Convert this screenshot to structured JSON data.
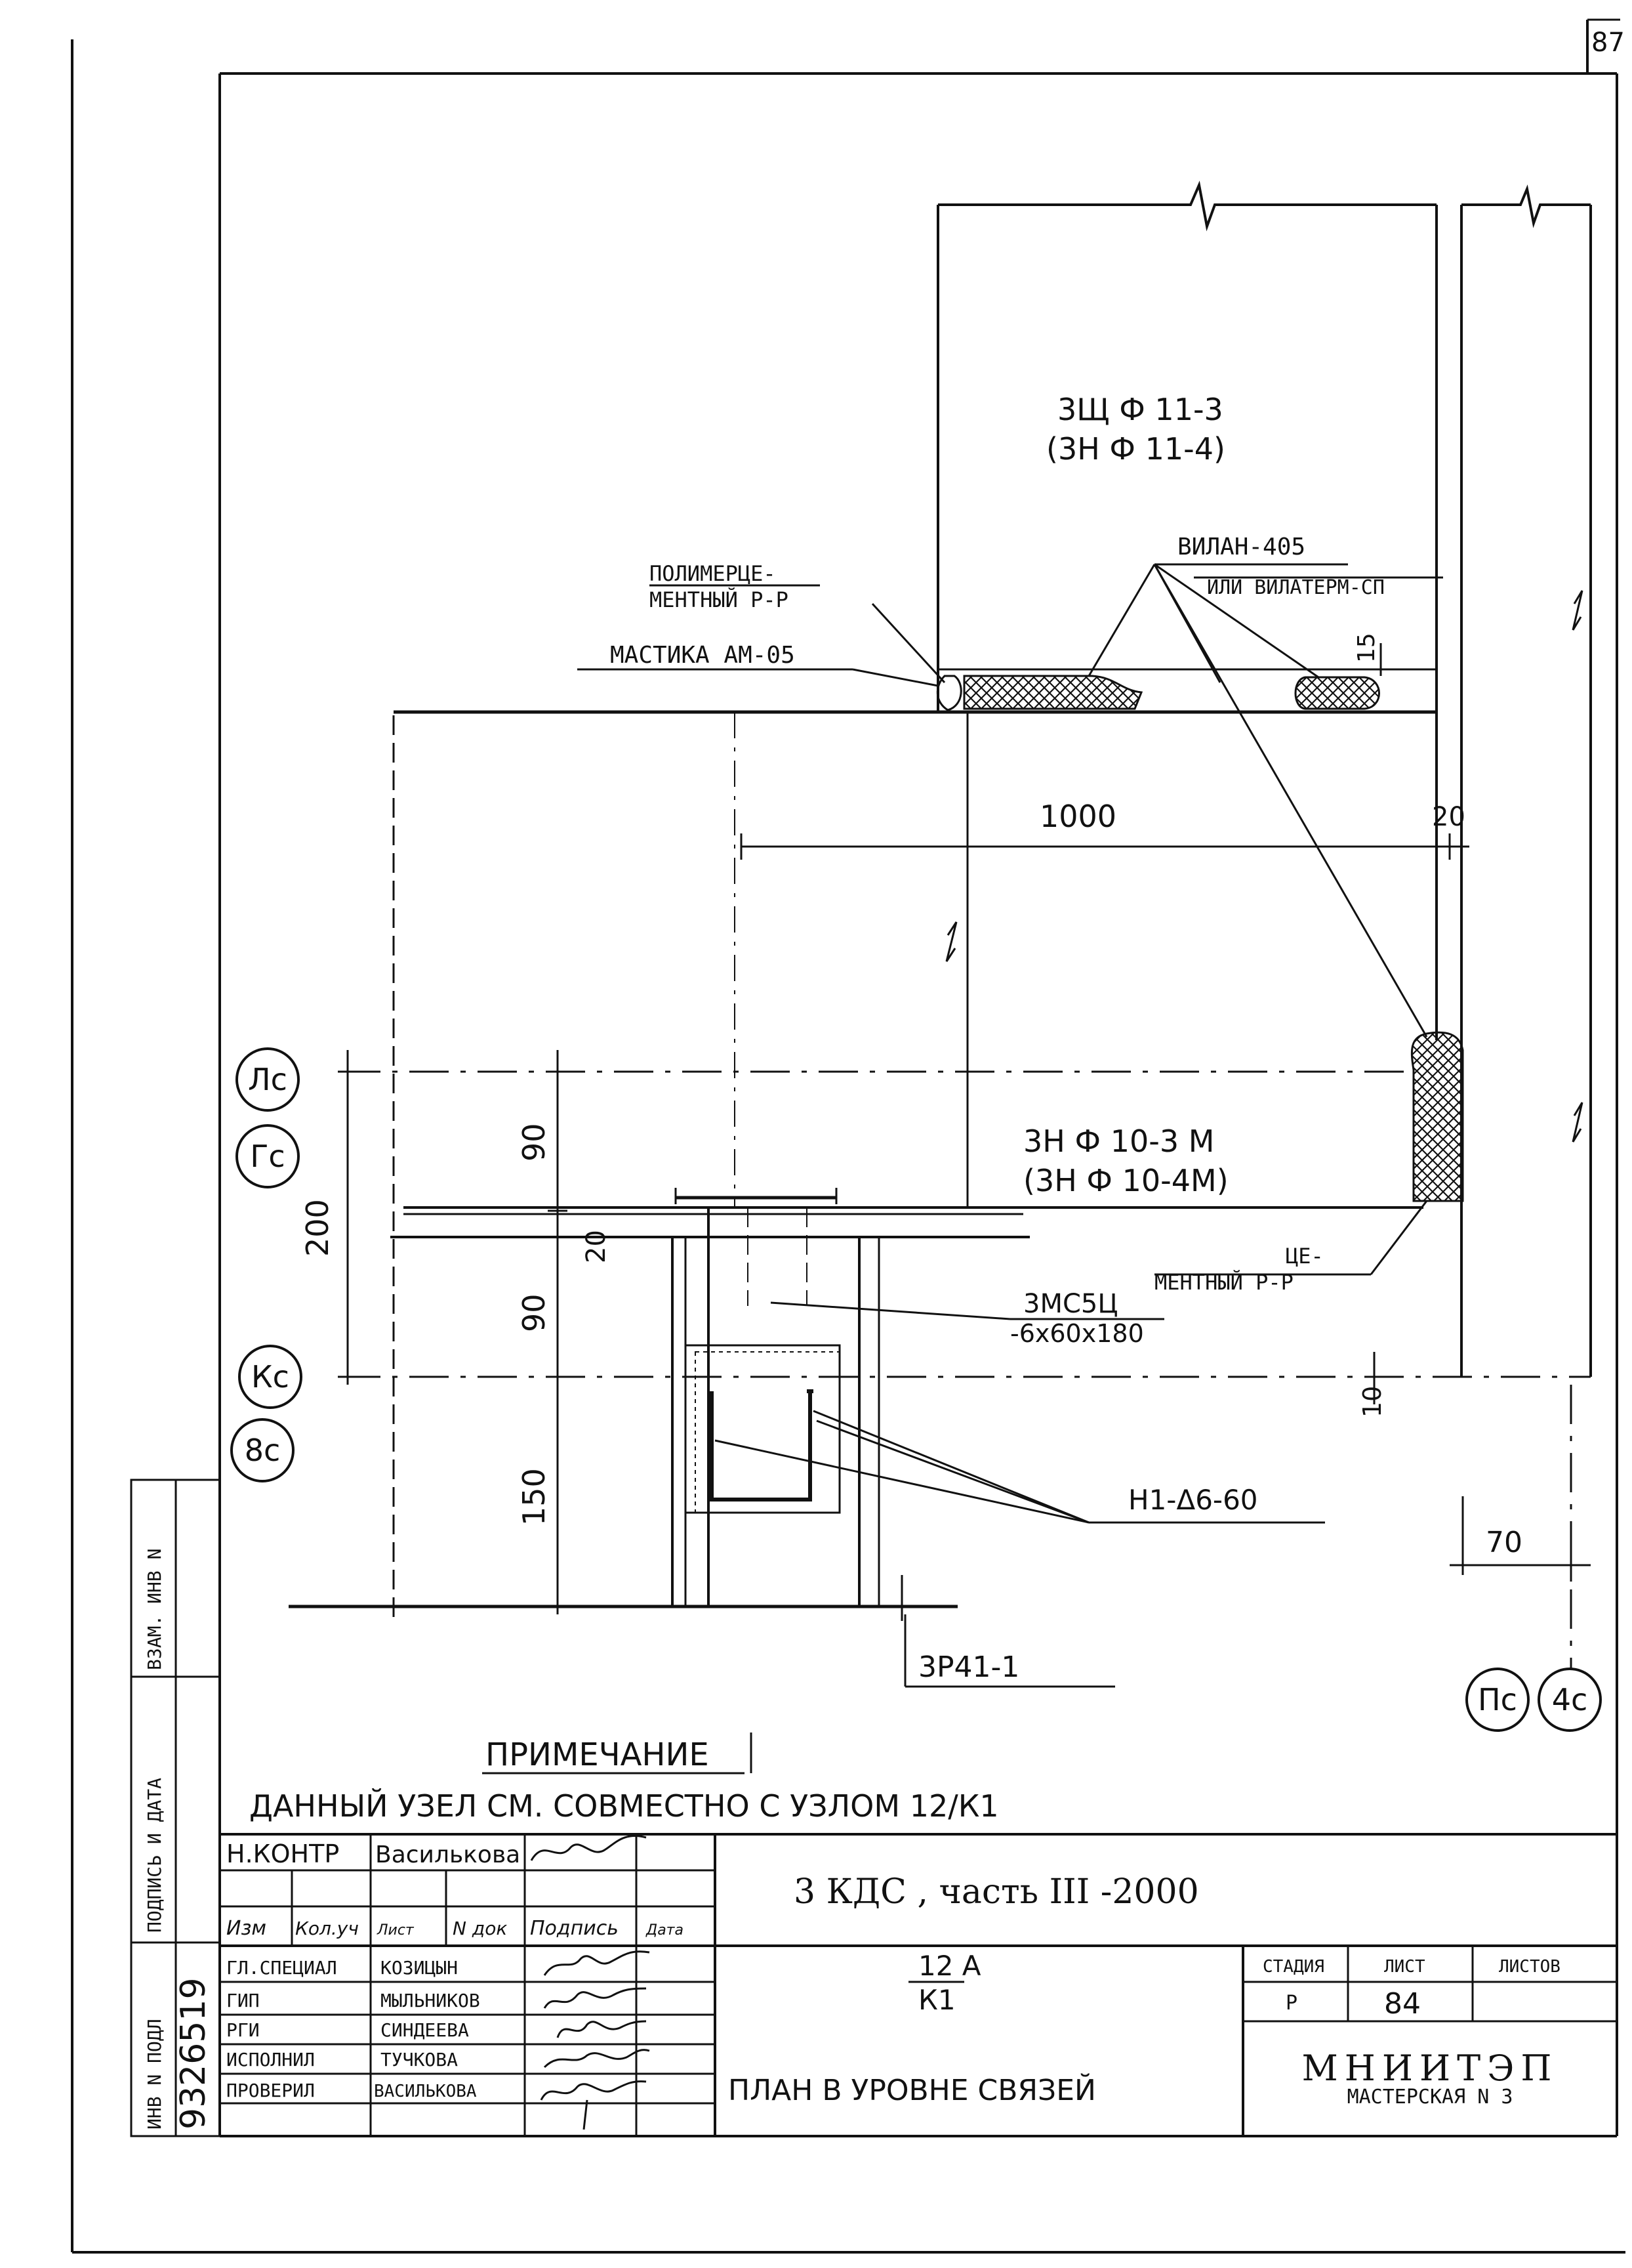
{
  "sheet_corner_number": "87",
  "panels": {
    "upper": [
      "3Щ Ф 11-3",
      "(3Н Ф 11-4)"
    ],
    "lower": [
      "3Н Ф   10-3 М",
      "(3Н Ф  10-4М)"
    ]
  },
  "callouts": {
    "polymer_mortar": [
      "ПОЛИМЕРЦЕ-",
      "МЕНТНЫЙ Р-Р"
    ],
    "vilan": "ВИЛАН-405",
    "vilaterm": "ИЛИ ВИЛАТЕРМ-СП",
    "mastic": "МАСТИКА АМ-05",
    "cement_mortar": [
      "ЦЕ-",
      "МЕНТНЫЙ Р-Р"
    ],
    "embedded_part": [
      "3МС5Ц",
      "-6х60х180"
    ],
    "anchor": "Н1-Δ6-60",
    "beam": "3Р41-1"
  },
  "dimensions": {
    "d15": "15",
    "d1000": "1000",
    "d20_top": "20",
    "d90_a": "90",
    "d20_mid": "20",
    "d200": "200",
    "d90_b": "90",
    "d150": "150",
    "d10": "10",
    "d70": "70"
  },
  "axes": {
    "lc": "Лс",
    "gc": "Гс",
    "kc": "Кс",
    "bc": "8с",
    "pc": "Пс",
    "ac": "4с"
  },
  "note": {
    "title": "ПРИМЕЧАНИЕ",
    "text": "ДАННЫЙ УЗЕЛ СМ. СОВМЕСТНО  С УЗЛОМ  12/К1"
  },
  "side_stamp": {
    "vzam_inv": "ВЗАМ. ИНВ N",
    "podpis_data": "ПОДПИСЬ И ДАТА",
    "inv_podl": "ИНВ N ПОДЛ",
    "inv_number": "9326519"
  },
  "title_block": {
    "norm_control_role": "Н.КОНТР",
    "norm_control_name": "Василькова",
    "col_headers": [
      "Изм",
      "Кол.уч",
      "Лист",
      "N док",
      "Подпись",
      "Дата"
    ],
    "people": [
      {
        "role": "ГЛ.СПЕЦИАЛ",
        "name": "КОЗИЦЫН"
      },
      {
        "role": "ГИП",
        "name": "МЫЛЬНИКОВ"
      },
      {
        "role": "РГИ",
        "name": "СИНДЕЕВА"
      },
      {
        "role": "ИСПОЛНИЛ",
        "name": "ТУЧКОВА"
      },
      {
        "role": "ПРОВЕРИЛ",
        "name": "ВАСИЛЬКОВА"
      }
    ],
    "project": "3 КДС , часть III -2000",
    "node_top": "12 А",
    "node_bottom": "К1",
    "sheet_title": "ПЛАН В УРОВНЕ СВЯЗЕЙ",
    "stage_label": "СТАДИЯ",
    "sheet_label": "ЛИСТ",
    "sheets_label": "ЛИСТОВ",
    "stage": "Р",
    "sheet": "84",
    "sheets": "",
    "org": "МНИИТЭП",
    "workshop": "МАСТЕРСКАЯ N 3"
  }
}
